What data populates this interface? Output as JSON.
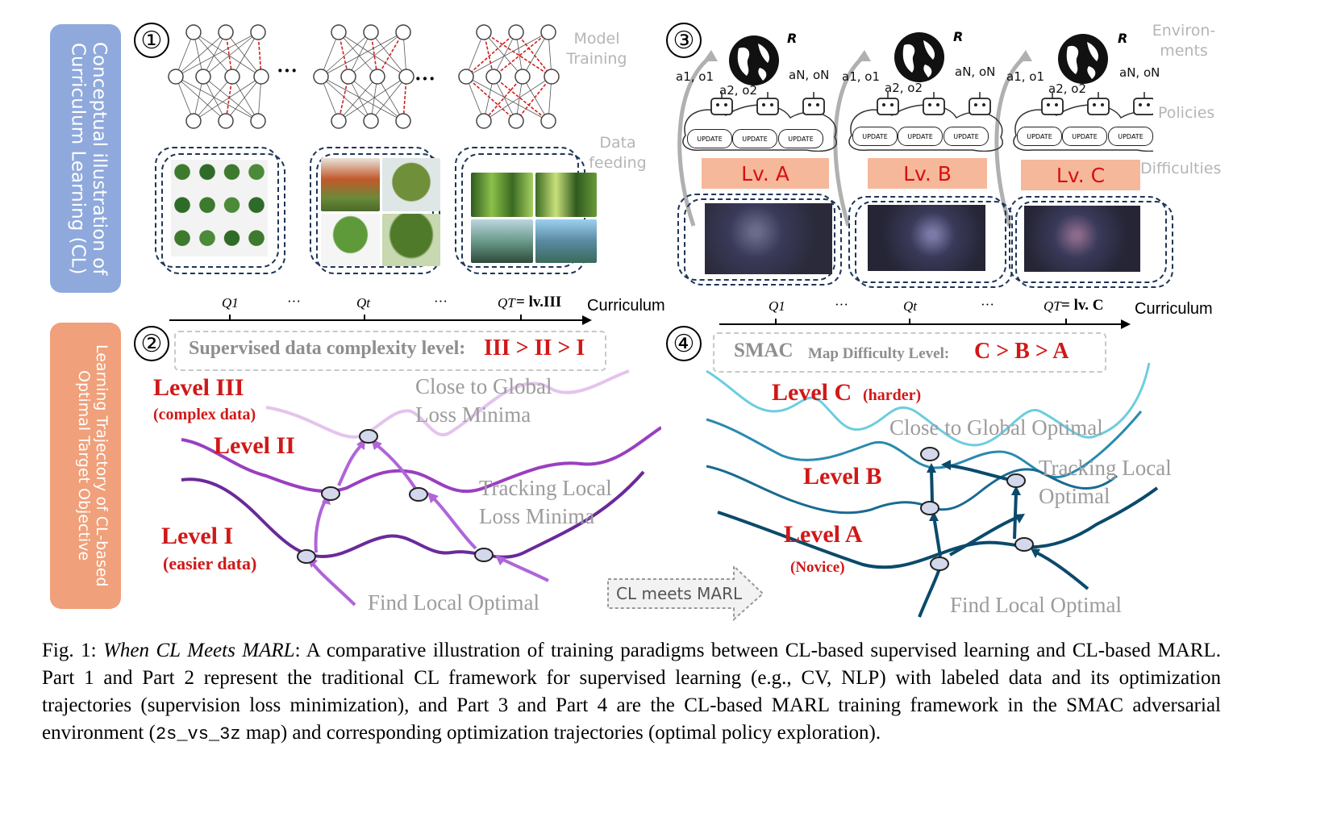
{
  "side_labels": {
    "top": "Conceptual illustration of Curriculum Learning (CL)",
    "bottom": "Learning Trajectory of CL-based Optimal Target Objective"
  },
  "part_numbers": [
    "①",
    "②",
    "③",
    "④"
  ],
  "part1": {
    "ellipsis_1": "···",
    "ellipsis_2": "···",
    "model_training": "Model Training",
    "data_feeding": "Data feeding"
  },
  "part3": {
    "environments": "Environ- ments",
    "policies": "Policies",
    "difficulties": "Difficulties",
    "levels": [
      "Lv. A",
      "Lv. B",
      "Lv. C"
    ],
    "reward": "R",
    "agent_first": "a1, o1",
    "agent_second": "a2, o2",
    "agent_last": "aN, oN",
    "update": "UPDATE"
  },
  "axis_left": {
    "q1": "Q1",
    "dots1": "···",
    "qt": "Qt",
    "dots2": "···",
    "qT": "QT",
    "qT_value": "= lv.III",
    "label": "Curriculum"
  },
  "axis_right": {
    "q1": "Q1",
    "dots1": "···",
    "qt": "Qt",
    "dots2": "···",
    "qT": "QT",
    "qT_value": "= lv. C",
    "label": "Curriculum"
  },
  "part2": {
    "header_gray": "Supervised data complexity level:",
    "header_red": "III > II > I",
    "level3": "Level III",
    "level3_sub": "(complex data)",
    "level2": "Level II",
    "level1": "Level I",
    "level1_sub": "(easier data)",
    "global": "Close to Global Loss Minima",
    "tracking": "Tracking Local Loss Minima",
    "find": "Find Local Optimal"
  },
  "bridge": "CL meets MARL",
  "part4": {
    "header_smac": "SMAC",
    "header_gray": "Map Difficulty Level:",
    "header_red": "C > B > A",
    "levelC": "Level C",
    "levelC_sub": "(harder)",
    "levelB": "Level B",
    "levelA": "Level A",
    "levelA_sub": "(Novice)",
    "global": "Close to Global Optimal",
    "tracking": "Tracking Local Optimal",
    "find": "Find Local Optimal"
  },
  "caption": {
    "lead": "Fig. 1: ",
    "title": "When CL Meets MARL",
    "body1": ": A comparative illustration of training paradigms between CL-based supervised learning and CL-based MARL. Part 1 and Part 2 represent the traditional CL framework for supervised learning (e.g., CV, NLP) with labeled data and its optimization trajectories (supervision loss minimization), and Part 3 and Part 4 are the CL-based MARL training framework in the SMAC adversarial environment (",
    "code": "2s_vs_3z",
    "body2": " map) and corresponding optimization trajectories (optimal policy exploration)."
  },
  "colors": {
    "blue_box": "#8fa9dc",
    "orange_box": "#f0a07a",
    "level_box": "#f6b89b",
    "red_text": "#d01818",
    "purple_dark": "#6a2a9a",
    "purple_light": "#d8a8e8",
    "teal_dark": "#0b4a6b",
    "teal_light": "#6ccde0"
  }
}
